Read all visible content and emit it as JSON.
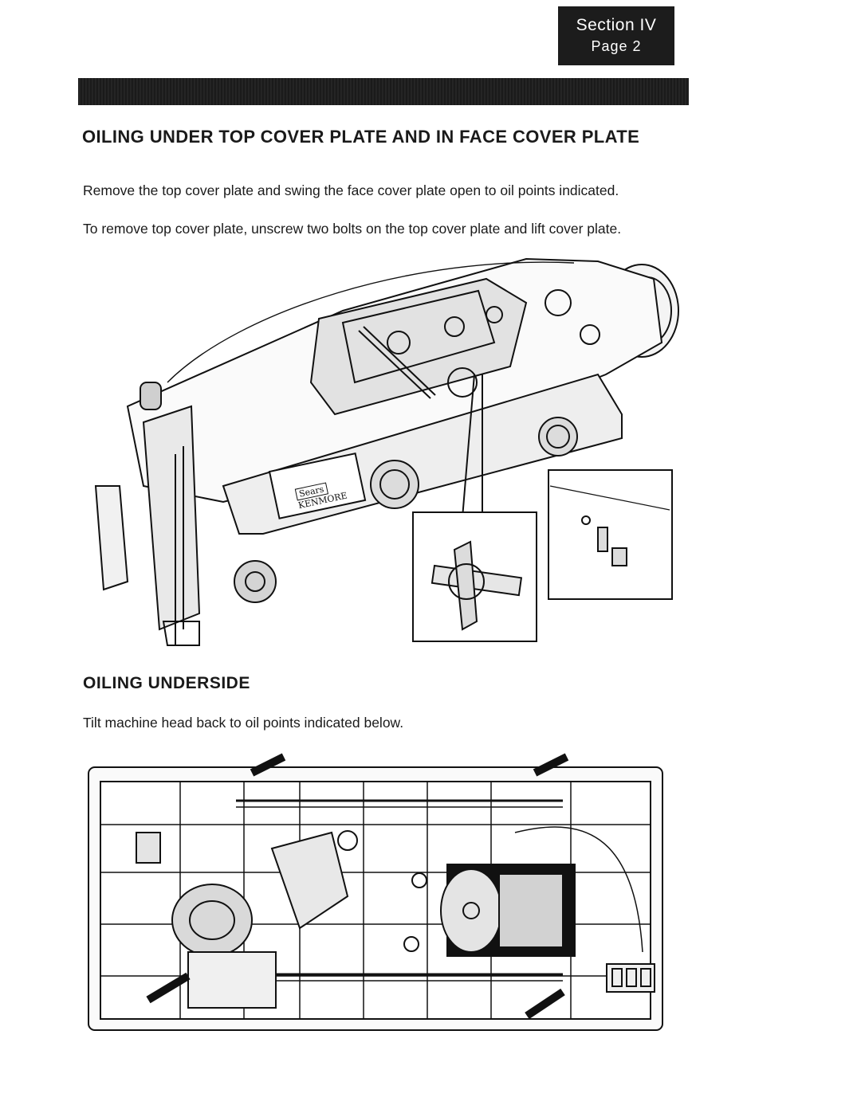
{
  "header": {
    "section_label": "Section IV",
    "page_label": "Page 2"
  },
  "section1": {
    "heading": "OILING UNDER TOP COVER PLATE AND IN FACE COVER PLATE",
    "paragraph1": "Remove the top cover plate and swing the face cover plate open to oil points indicated.",
    "paragraph2": "To remove top cover plate, unscrew two bolts on the top cover plate and lift cover plate."
  },
  "figure_top": {
    "brand_line1": "Sears",
    "brand_line2": "KENMORE"
  },
  "section2": {
    "heading": "OILING UNDERSIDE",
    "paragraph": "Tilt machine head back to oil points indicated below."
  }
}
